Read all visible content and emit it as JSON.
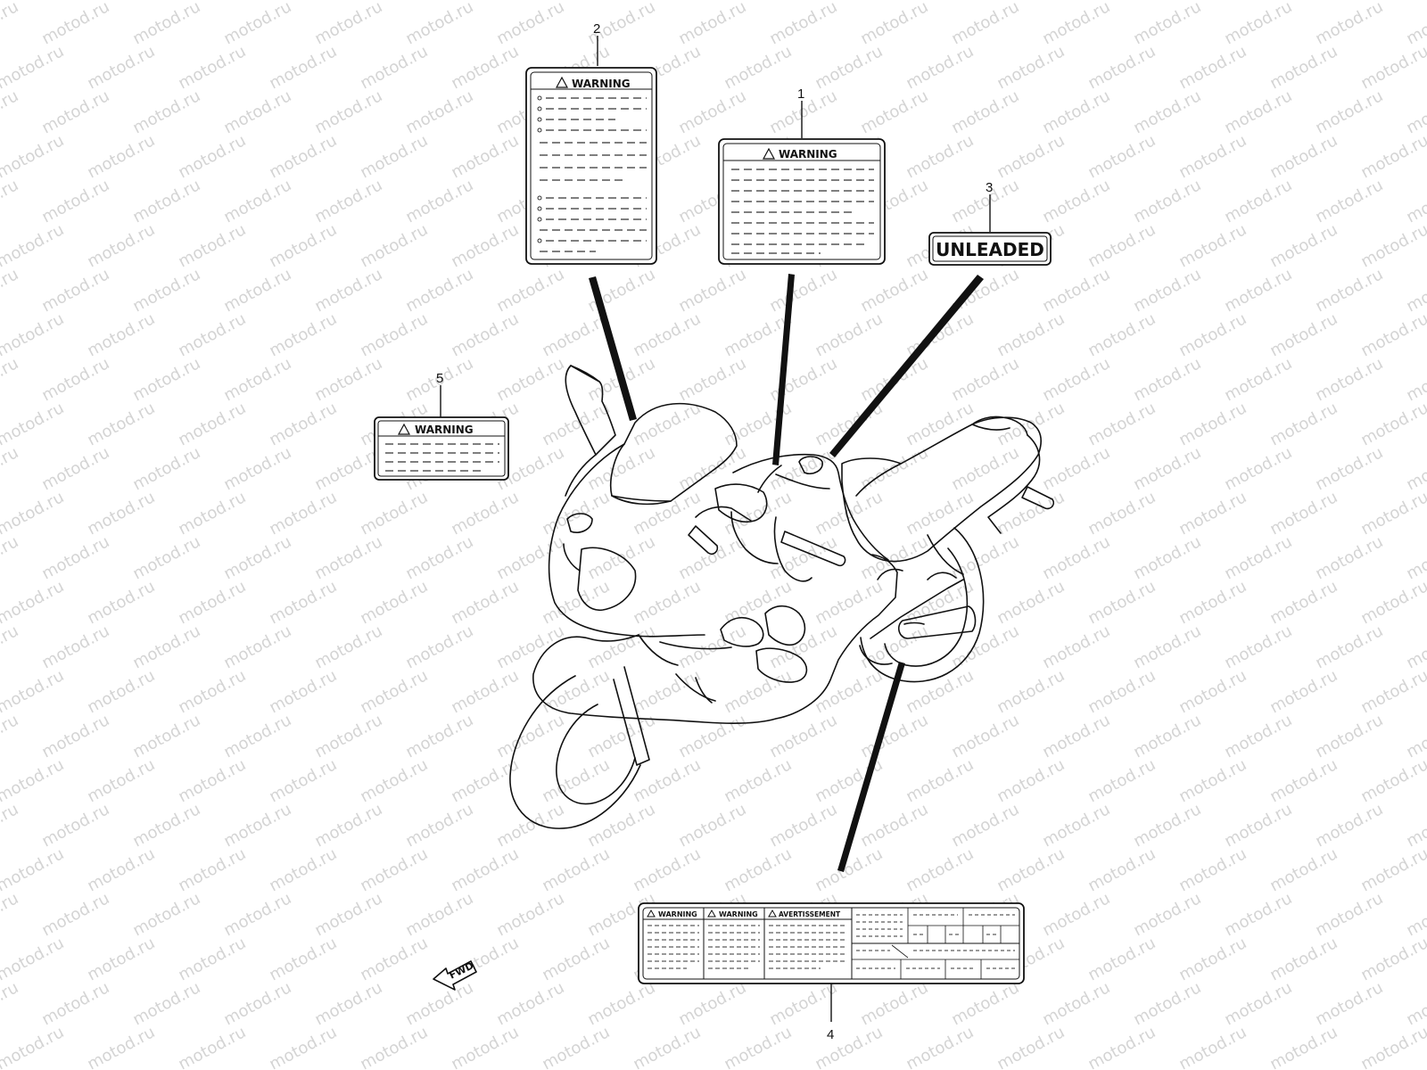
{
  "watermark": "motod.ru",
  "callouts": {
    "c1": "1",
    "c2": "2",
    "c3": "3",
    "c4": "4",
    "c5": "5"
  },
  "labels": {
    "warning": "WARNING",
    "unleaded": "UNLEADED",
    "avertissement": "AVERTISSEMENT",
    "fwd": "FWD"
  }
}
